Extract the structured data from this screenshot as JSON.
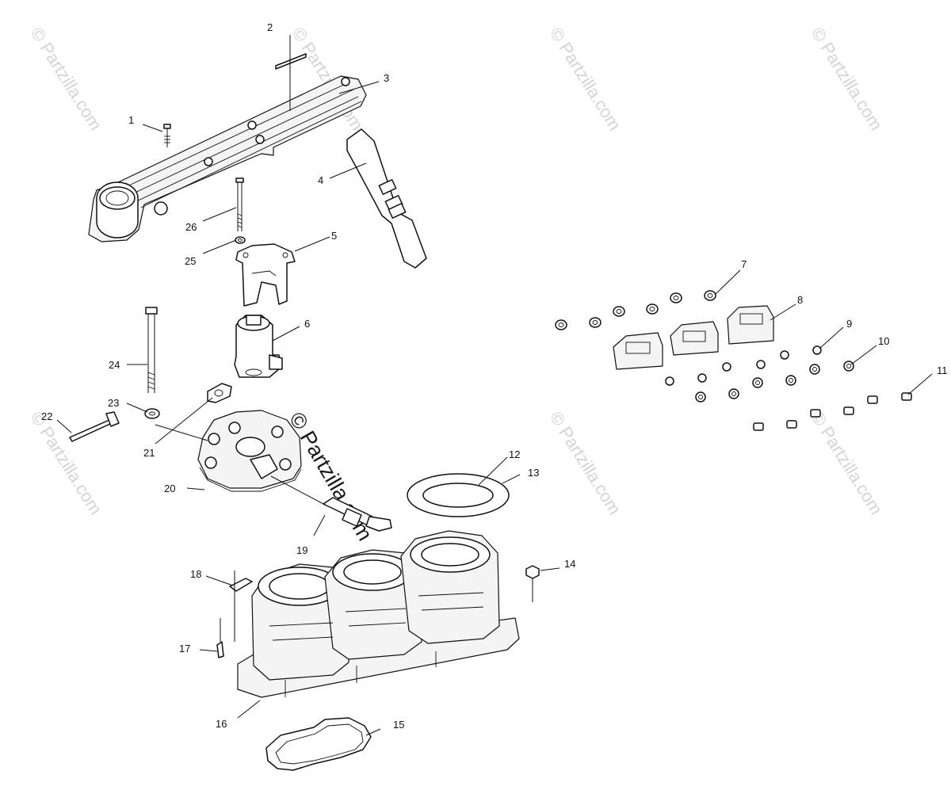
{
  "watermark": {
    "text": "© Partzilla.com",
    "center_text": "© Partzilla.com",
    "color": "#d4d4d4"
  },
  "callouts": [
    {
      "id": "1",
      "label": "1"
    },
    {
      "id": "2",
      "label": "2"
    },
    {
      "id": "3",
      "label": "3"
    },
    {
      "id": "4",
      "label": "4"
    },
    {
      "id": "5",
      "label": "5"
    },
    {
      "id": "6",
      "label": "6"
    },
    {
      "id": "7",
      "label": "7"
    },
    {
      "id": "8",
      "label": "8"
    },
    {
      "id": "9",
      "label": "9"
    },
    {
      "id": "10",
      "label": "10"
    },
    {
      "id": "11",
      "label": "11"
    },
    {
      "id": "12",
      "label": "12"
    },
    {
      "id": "13",
      "label": "13"
    },
    {
      "id": "14",
      "label": "14"
    },
    {
      "id": "15",
      "label": "15"
    },
    {
      "id": "16",
      "label": "16"
    },
    {
      "id": "17",
      "label": "17"
    },
    {
      "id": "18",
      "label": "18"
    },
    {
      "id": "19",
      "label": "19"
    },
    {
      "id": "20",
      "label": "20"
    },
    {
      "id": "21",
      "label": "21"
    },
    {
      "id": "22",
      "label": "22"
    },
    {
      "id": "23",
      "label": "23"
    },
    {
      "id": "24",
      "label": "24"
    },
    {
      "id": "25",
      "label": "25"
    },
    {
      "id": "26",
      "label": "26"
    }
  ]
}
